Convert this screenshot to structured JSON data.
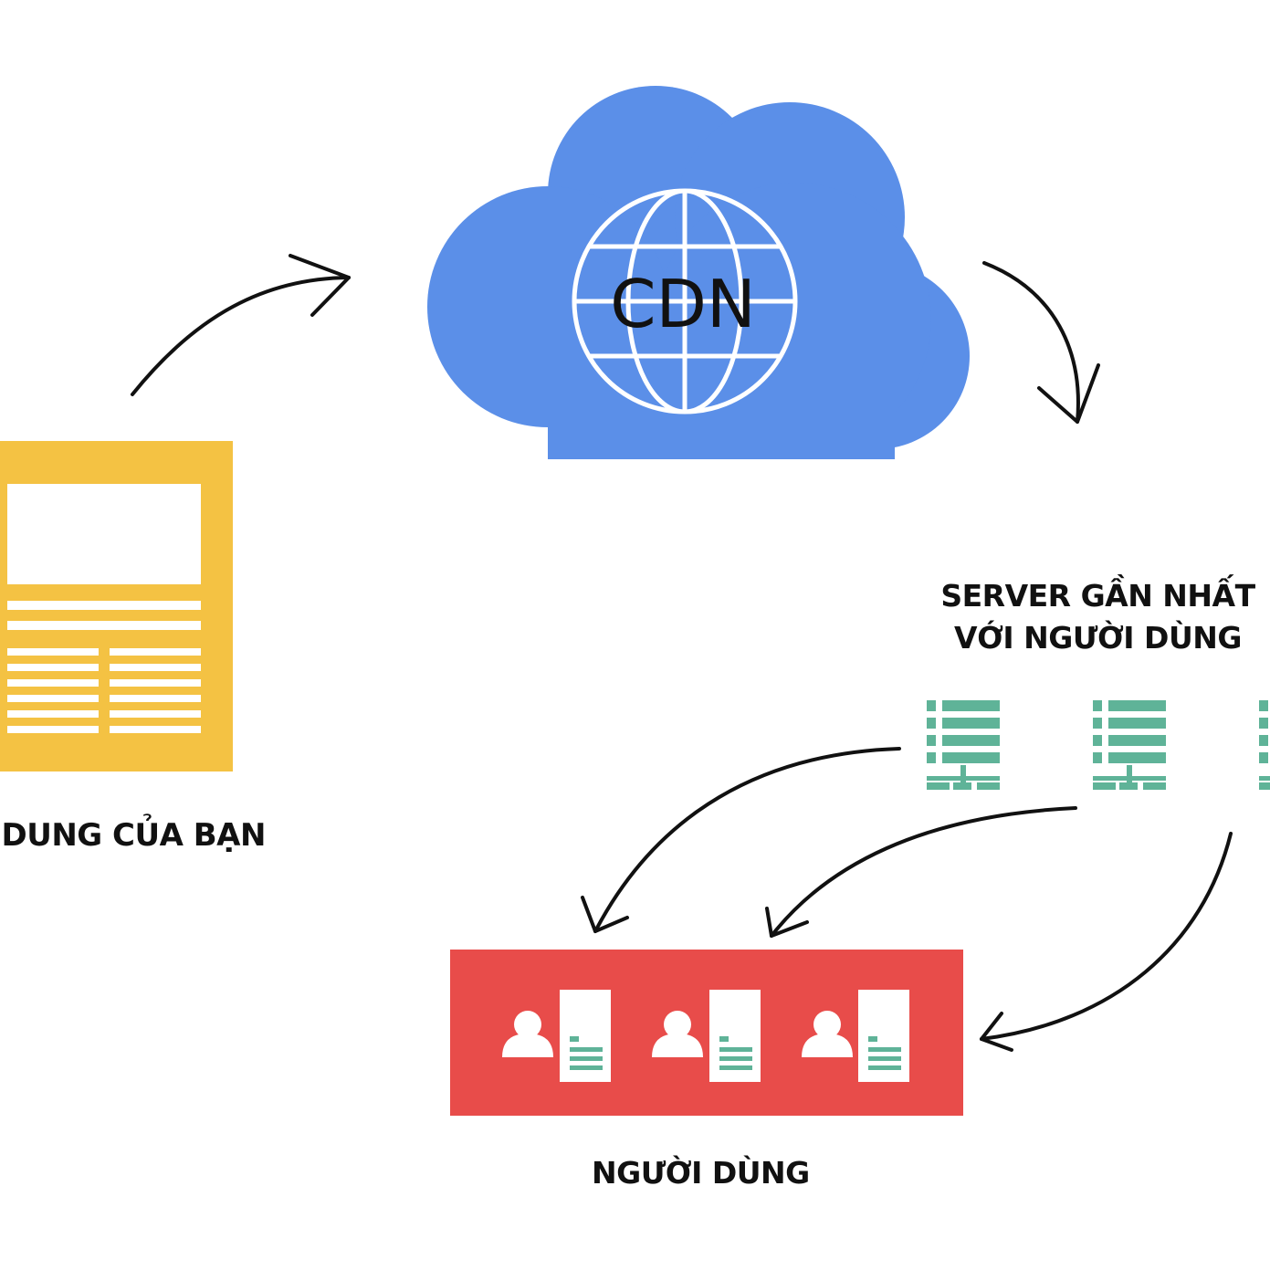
{
  "cloud": {
    "label": "CDN",
    "color": "#5b8fe8"
  },
  "content": {
    "label": "I DUNG CỦA BẠN",
    "color": "#f4c243"
  },
  "servers": {
    "label_line1": "SERVER GẦN NHẤT",
    "label_line2": "VỚI NGƯỜI DÙNG",
    "color": "#5fb398"
  },
  "users": {
    "label": "NGƯỜI DÙNG",
    "color": "#e84c4a",
    "count": 3
  },
  "icons": [
    "globe-icon",
    "document-icon",
    "server-icon",
    "user-icon",
    "arrow-icon"
  ]
}
